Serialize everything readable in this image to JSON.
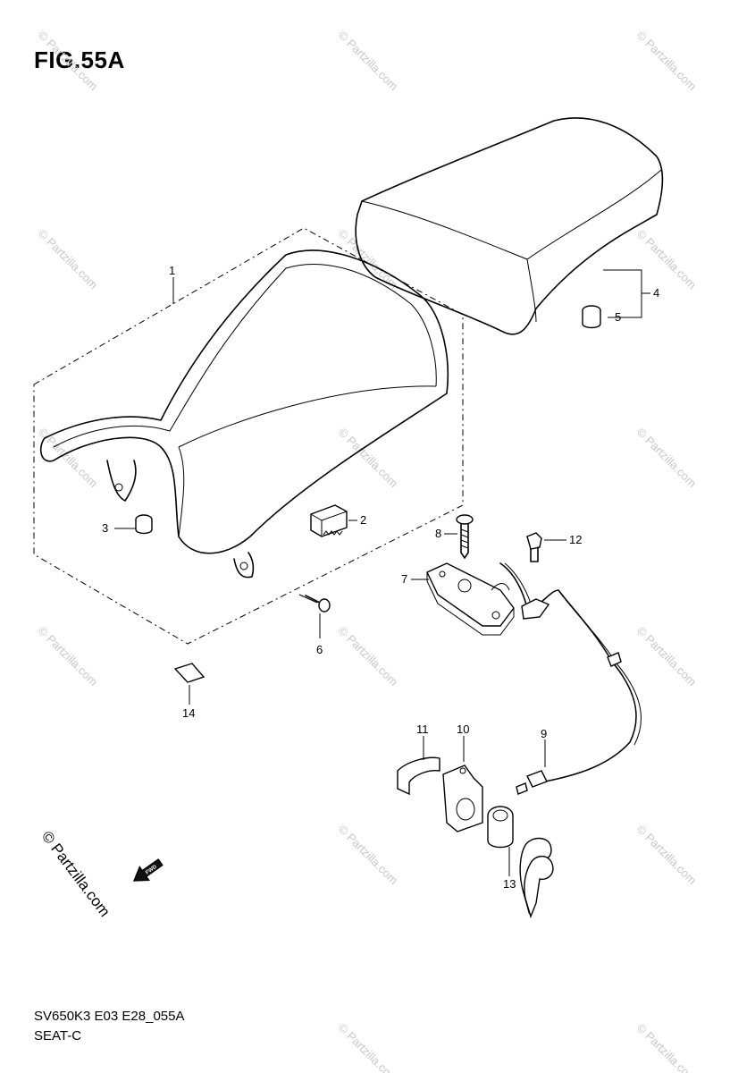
{
  "figure": {
    "title": "FIG.55A",
    "code": "SV650K3 E03 E28_055A",
    "name": "SEAT-C"
  },
  "callouts": [
    "1",
    "2",
    "3",
    "4",
    "5",
    "6",
    "7",
    "8",
    "9",
    "10",
    "11",
    "12",
    "13",
    "14"
  ],
  "watermark": {
    "text": "© Partzilla.com",
    "brand": "© Partzilla.com",
    "fwd_label": "FWD"
  }
}
